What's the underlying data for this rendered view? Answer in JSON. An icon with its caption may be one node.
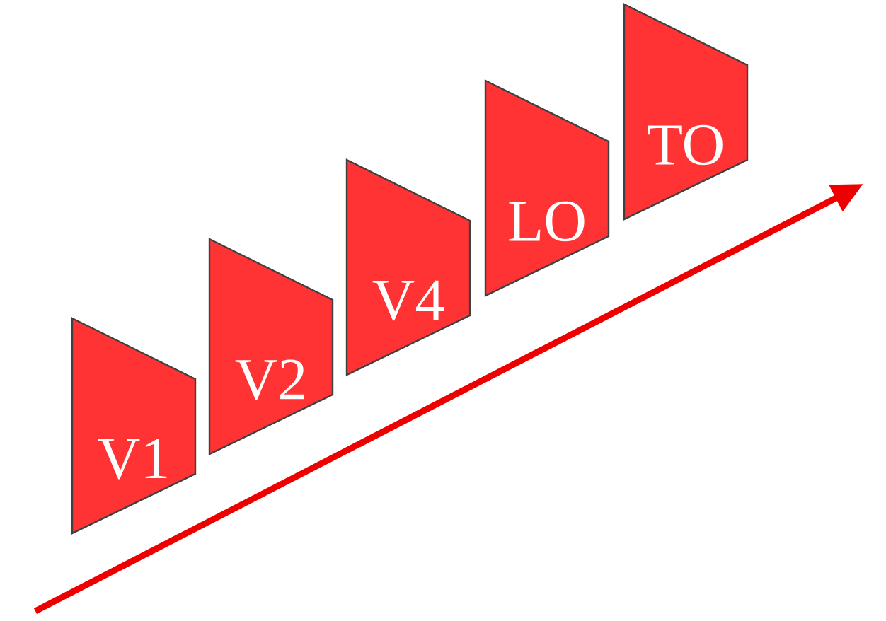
{
  "diagram": {
    "nodes": [
      {
        "text": [
          "V1"
        ]
      },
      {
        "text": [
          "V2"
        ]
      },
      {
        "text": [
          "V4"
        ]
      },
      {
        "text": [
          "LO"
        ]
      },
      {
        "text": [
          "TO"
        ]
      }
    ]
  }
}
